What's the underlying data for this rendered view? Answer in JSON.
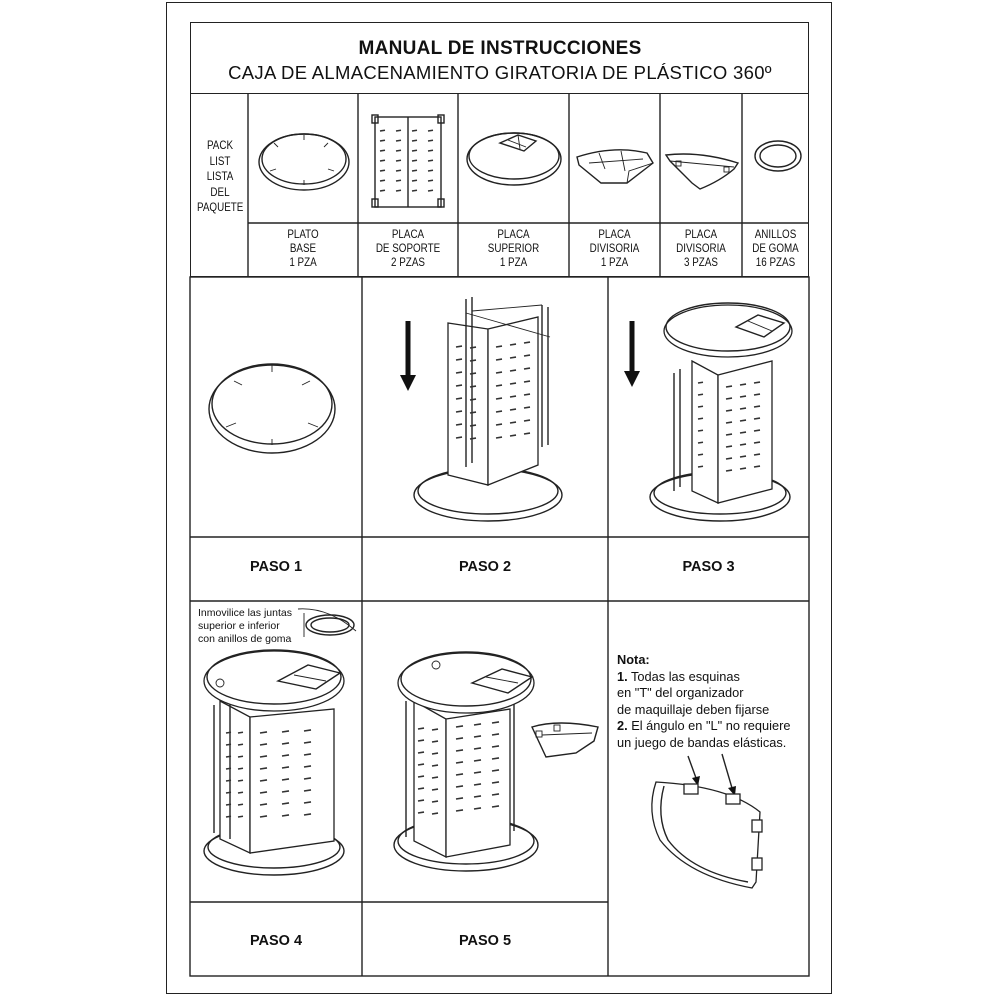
{
  "header": {
    "title": "MANUAL DE INSTRUCCIONES",
    "subtitle": "CAJA DE ALMACENAMIENTO GIRATORIA DE PLÁSTICO 360º"
  },
  "pack_list": {
    "heading_lines": [
      "PACK",
      "LIST",
      "LISTA",
      "DEL",
      "PAQUETE"
    ],
    "items": [
      {
        "lines": [
          "PLATO",
          "BASE",
          "1 PZA"
        ],
        "icon": "base-plate-icon"
      },
      {
        "lines": [
          "PLACA",
          "DE SOPORTE",
          "2 PZAS"
        ],
        "icon": "support-plate-icon"
      },
      {
        "lines": [
          "PLACA",
          "SUPERIOR",
          "1 PZA"
        ],
        "icon": "top-plate-icon"
      },
      {
        "lines": [
          "PLACA",
          "DIVISORIA",
          "1 PZA"
        ],
        "icon": "divider-plate-icon"
      },
      {
        "lines": [
          "PLACA",
          "DIVISORIA",
          "3 PZAS"
        ],
        "icon": "divider-plate-icon"
      },
      {
        "lines": [
          "ANILLOS",
          "DE GOMA",
          "16 PZAS"
        ],
        "icon": "rubber-ring-icon"
      }
    ]
  },
  "steps": [
    {
      "label": "PASO 1"
    },
    {
      "label": "PASO 2"
    },
    {
      "label": "PASO 3"
    },
    {
      "label": "PASO 4"
    },
    {
      "label": "PASO 5"
    }
  ],
  "step4_hint": [
    "Inmovilice las juntas",
    "superior e inferior",
    "con anillos de goma"
  ],
  "note": {
    "title": "Nota:",
    "item1_num": "1.",
    "item1_lines": [
      " Todas las esquinas",
      "en \"T\" del organizador",
      "de maquillaje deben fijarse"
    ],
    "item2_num": "2.",
    "item2_lines": [
      " El ángulo en \"L\" no requiere",
      "un juego de bandas elásticas."
    ]
  }
}
